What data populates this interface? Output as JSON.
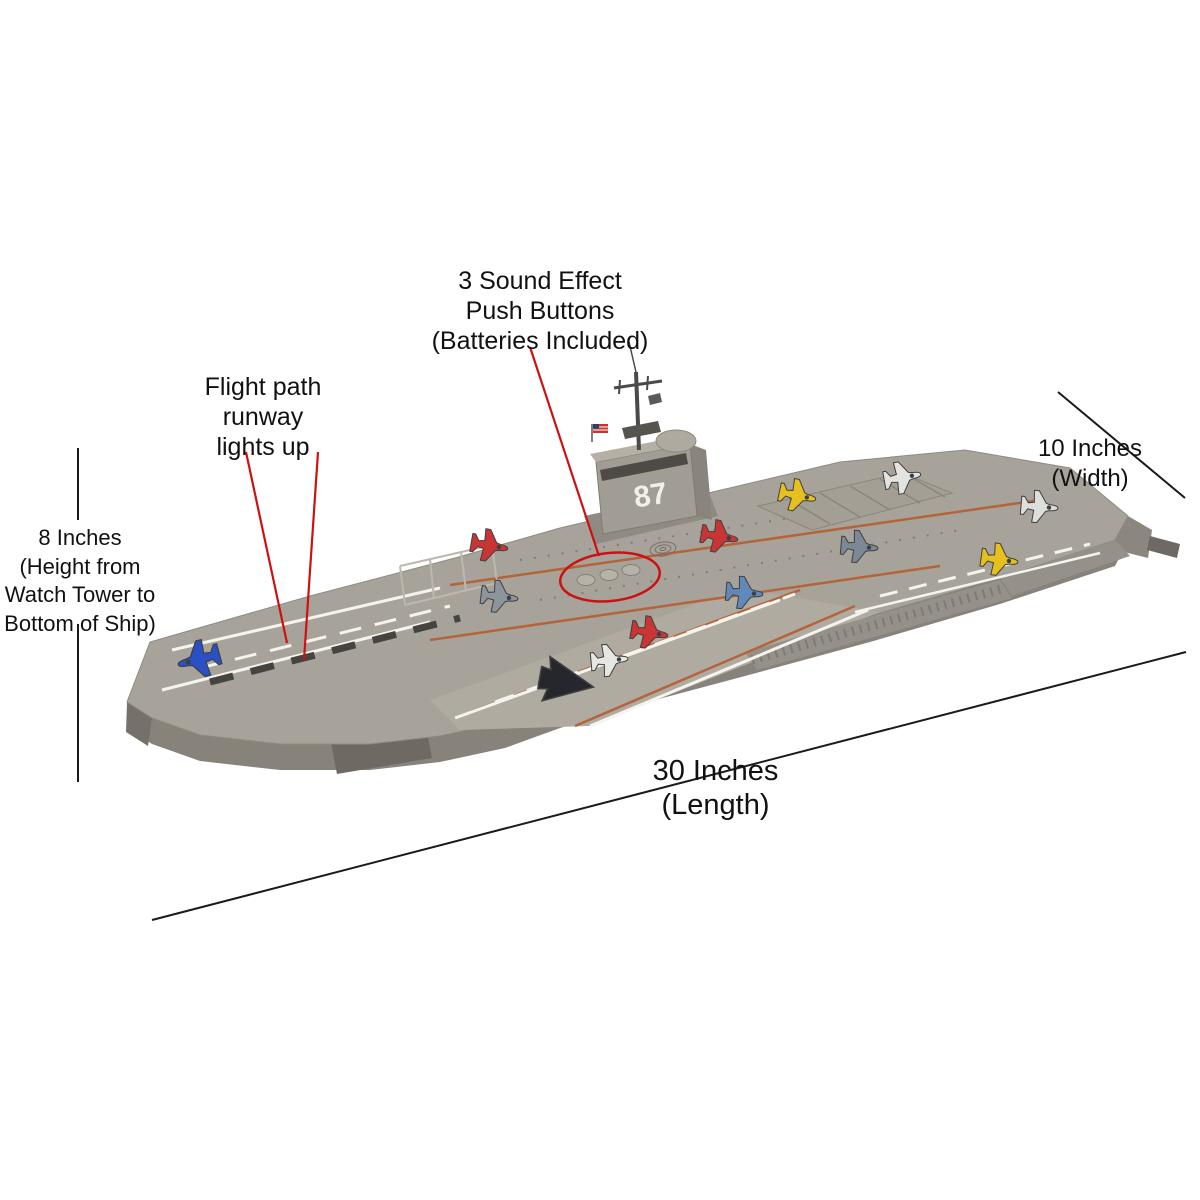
{
  "canvas": {
    "background": "#ffffff"
  },
  "colors": {
    "annotation_red": "#cc1111",
    "dimension_line": "#1a1a1a",
    "text": "#111111",
    "deck": "#a8a39a",
    "deck_angled": "#b0aba1",
    "deck_pad": "#a49f94",
    "hull": "#87837a",
    "hull_dark": "#6e6a63",
    "bow_face": "#75716a",
    "island": "#a29d94",
    "island_side": "#8a857c",
    "island_top": "#b5b0a6",
    "island_base": "#908b82",
    "windows": "#4e4b46",
    "mast": "#4a4a48",
    "dome": "#afaaa0",
    "catwalk": "#95908a",
    "stern_block": "#8b867e",
    "button": "#b7b2a8",
    "tower_number_color": "#f0efe9"
  },
  "ship": {
    "tower_number": "87"
  },
  "annotations": {
    "sound_buttons": {
      "lines": [
        "3 Sound Effect",
        "Push Buttons",
        "(Batteries Included)"
      ]
    },
    "flight_path": {
      "lines": [
        "Flight path",
        "runway",
        "lights up"
      ]
    },
    "width": {
      "lines": [
        "10 Inches",
        "(Width)"
      ]
    },
    "height": {
      "lines": [
        "8 Inches",
        "(Height from",
        "Watch Tower to",
        "Bottom of Ship)"
      ]
    },
    "length": {
      "lines": [
        "30 Inches",
        "(Length)"
      ]
    }
  },
  "planes": [
    {
      "name": "blue-jet-bow",
      "color": "#2b4fc4"
    },
    {
      "name": "red-jet-left",
      "color": "#c93434"
    },
    {
      "name": "gray-jet-left",
      "color": "#8d949b"
    },
    {
      "name": "red-jet-mid",
      "color": "#c93434"
    },
    {
      "name": "yellow-jet-mid",
      "color": "#e6c01f"
    },
    {
      "name": "white-jet-stern-top",
      "color": "#e3e3df"
    },
    {
      "name": "white-jet-stern",
      "color": "#dededa"
    },
    {
      "name": "gray-jet-mid",
      "color": "#7d8896"
    },
    {
      "name": "yellow-jet-right",
      "color": "#e6c01f"
    },
    {
      "name": "blue-jet-mid",
      "color": "#6088b8"
    },
    {
      "name": "red-jet-front",
      "color": "#c93434"
    },
    {
      "name": "white-jet-front",
      "color": "#e6e6e2"
    },
    {
      "name": "stealth-jet",
      "color": "#26272c"
    }
  ]
}
